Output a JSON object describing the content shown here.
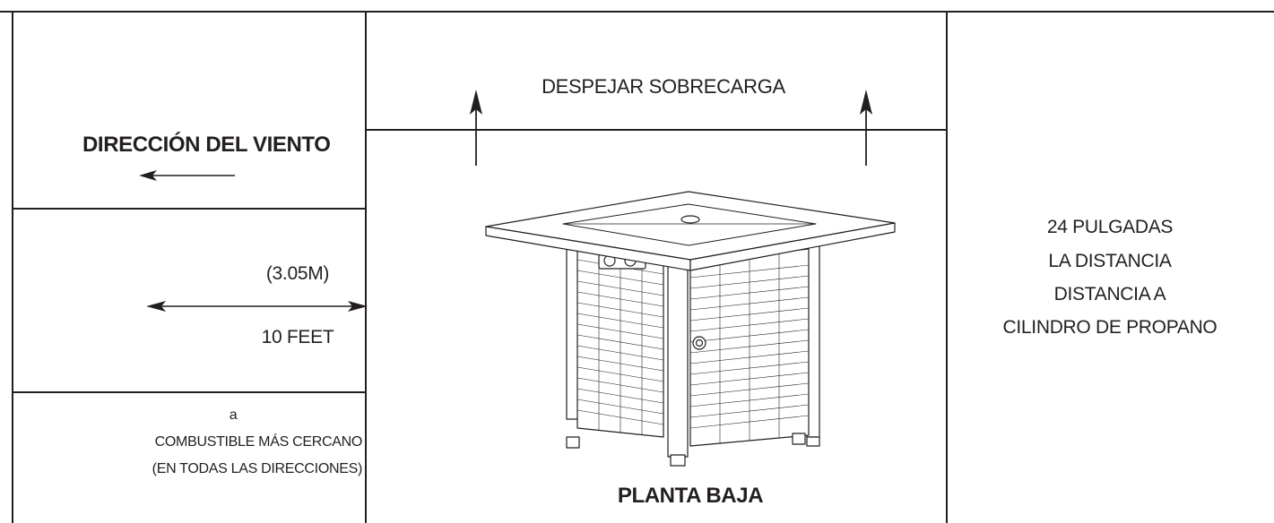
{
  "wind_section": {
    "label": "DIRECCIÓN DEL VIENTO",
    "arrow_icon": "left-arrow-icon"
  },
  "distance_section": {
    "metric": "(3.05M)",
    "imperial": "10 FEET",
    "arrow_icon": "double-headed-arrow-icon"
  },
  "combustible_section": {
    "line1": "a",
    "line2": "COMBUSTIBLE MÁS CERCANO",
    "line3": "(EN TODAS LAS DIRECCIONES)"
  },
  "overhead_section": {
    "label": "DESPEJAR SOBRECARGA",
    "arrow_icon": "up-arrow-icon"
  },
  "fire_table": {
    "icon": "fire-pit-table-icon",
    "label": "PLANTA BAJA"
  },
  "propane_section": {
    "line1": "24 PULGADAS",
    "line2": "LA DISTANCIA",
    "line3": "DISTANCIA A",
    "line4": "CILINDRO DE PROPANO"
  },
  "colors": {
    "ink": "#231f20",
    "background": "#ffffff"
  }
}
